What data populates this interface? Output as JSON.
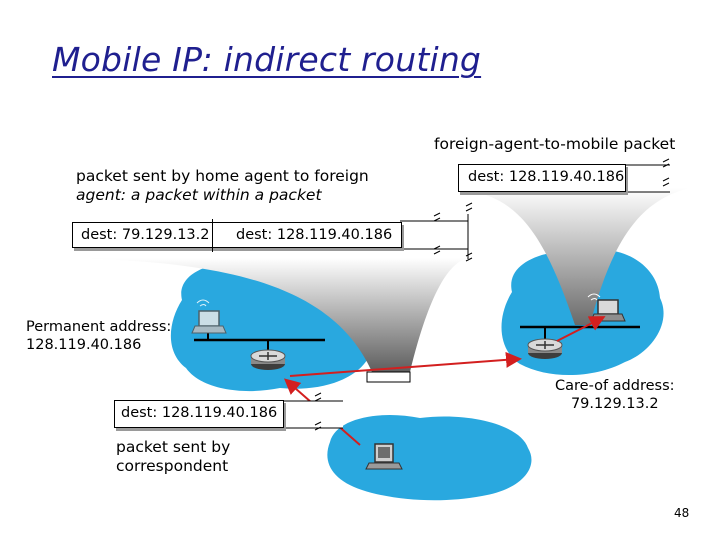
{
  "title": "Mobile IP: indirect routing",
  "labels": {
    "fa_to_mobile": "foreign-agent-to-mobile packet",
    "sent_by_home_agent_line1": "packet sent by home agent to foreign",
    "sent_by_home_agent_line2": "agent: a packet within a packet",
    "permanent_address_label": "Permanent address:",
    "permanent_address_value": "128.119.40.186",
    "care_of_label": "Care-of address:",
    "care_of_value": "79.129.13.2",
    "sent_by_correspondent_line1": "packet sent by",
    "sent_by_correspondent_line2": "correspondent"
  },
  "packets": {
    "encapsulated_outer_dest": "dest: 79.129.13.2",
    "encapsulated_inner_dest": "dest: 128.119.40.186",
    "fa_to_mobile_dest": "dest: 128.119.40.186",
    "correspondent_dest": "dest: 128.119.40.186"
  },
  "colors": {
    "title": "#1f1f8f",
    "network_cloud": "#29a8df",
    "arrow": "#d31f1f",
    "funnel": "#6f6f6f"
  },
  "icons": {
    "router": "router-icon",
    "laptop": "laptop-icon",
    "desktop": "desktop-computer-icon"
  },
  "page_number": "48"
}
